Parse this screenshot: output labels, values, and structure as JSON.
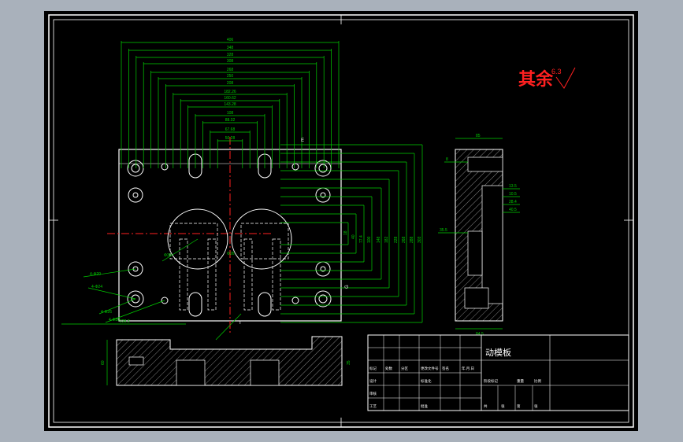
{
  "drawing": {
    "roughness_note": "其余",
    "roughness_value": "6.3",
    "title_block": {
      "part_name": "动模板",
      "labels": [
        "标记",
        "处数",
        "分区",
        "更改文件号",
        "签名",
        "年.月.日",
        "设计",
        "标准化",
        "审核",
        "工艺",
        "批准",
        "阶段标记",
        "重量",
        "比例",
        "共",
        "张",
        "第",
        "张"
      ]
    },
    "top_dimensions": [
      "406",
      "348",
      "328",
      "308",
      "268",
      "250",
      "208",
      "182.26",
      "160.62",
      "143.28",
      "108",
      "88.32",
      "67.68",
      "50.28"
    ],
    "right_dimensions": [
      "18",
      "40",
      "77.4",
      "100",
      "148",
      "182",
      "228",
      "268",
      "288",
      "303"
    ],
    "side_dimensions": [
      "8",
      "13.5",
      "10.5",
      "28.4",
      "40.5",
      "35.5"
    ],
    "side_top_label": "85",
    "side_bottom_label": "84.5",
    "hole_labels": [
      "4-Φ20",
      "4-Φ24",
      "4-Φ26",
      "4-Φ30",
      "Φ30",
      "Φ26",
      "230.5"
    ],
    "section_marks": [
      "E",
      "E",
      "G",
      "G",
      "I",
      "I"
    ],
    "bottom_left_label": "228.3",
    "section_side_labels": [
      "60",
      "35"
    ]
  }
}
